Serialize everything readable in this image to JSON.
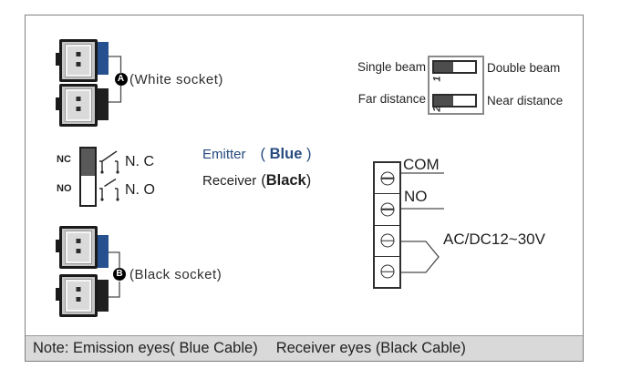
{
  "diagram": {
    "sockets": {
      "group_a": {
        "badge": "A",
        "label": "(White socket)"
      },
      "group_b": {
        "badge": "B",
        "label": "(Black socket)"
      }
    },
    "dip_switches": {
      "switch1": {
        "left_label": "Single beam",
        "right_label": "Double beam",
        "number": "1"
      },
      "switch2": {
        "left_label": "Far distance",
        "right_label": "Near distance",
        "number": "2"
      }
    },
    "relay": {
      "nc_abbr": "NC",
      "no_abbr": "NO",
      "nc_label": "N. C",
      "no_label": "N. O"
    },
    "legend": {
      "emitter_label": "Emitter",
      "emitter_open": "( ",
      "emitter_value": "Blue",
      "emitter_close": " )",
      "receiver_label": "Receiver",
      "receiver_open": "(",
      "receiver_value": "Black",
      "receiver_close": ")"
    },
    "terminals": {
      "com": "COM",
      "no": "NO",
      "power": "AC/DC12~30V"
    },
    "note": {
      "prefix": "Note: Emission eyes( Blue Cable)",
      "suffix": "Receiver eyes (Black Cable)"
    },
    "colors": {
      "wire_blue": "#27508f",
      "wire_black": "#1f1f1f",
      "legend_blue": "#264a7e",
      "note_bg": "#d9d9d9",
      "switch_dark": "#4d4d4d",
      "nc_fill": "#595959"
    }
  }
}
